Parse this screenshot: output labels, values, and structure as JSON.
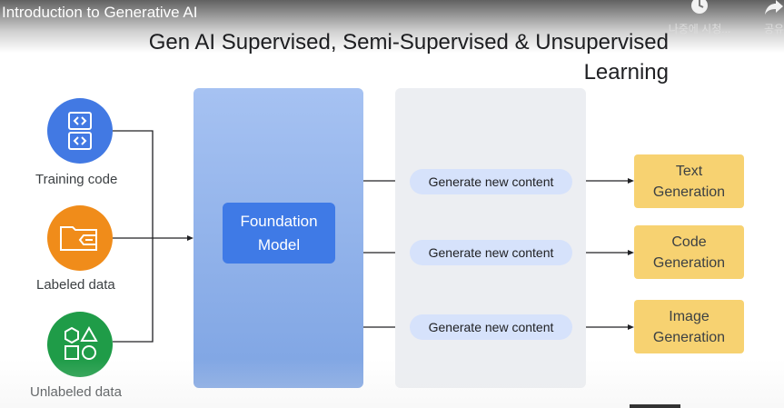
{
  "video": {
    "title": "Introduction to Generative AI",
    "watch_later_label": "나중에 시청...",
    "share_label": "공유"
  },
  "slide": {
    "title": "Gen AI Supervised, Semi-Supervised & Unsupervised Learning",
    "sources": [
      {
        "label": "Training code",
        "icon": "code-brackets-icon",
        "color": "#4279e3"
      },
      {
        "label": "Labeled data",
        "icon": "labeled-folder-icon",
        "color": "#f08c1a"
      },
      {
        "label": "Unlabeled data",
        "icon": "shapes-icon",
        "color": "#1f9c48"
      }
    ],
    "model_label": "Foundation Model",
    "generate_label": "Generate new content",
    "outputs": [
      "Text Generation",
      "Code Generation",
      "Image Generation"
    ]
  },
  "colors": {
    "foundation_column": "#a6c2f2",
    "foundation_box": "#3f7ae6",
    "generate_column": "#eceef2",
    "pill": "#d6e2fb",
    "output_box": "#f7d271"
  }
}
